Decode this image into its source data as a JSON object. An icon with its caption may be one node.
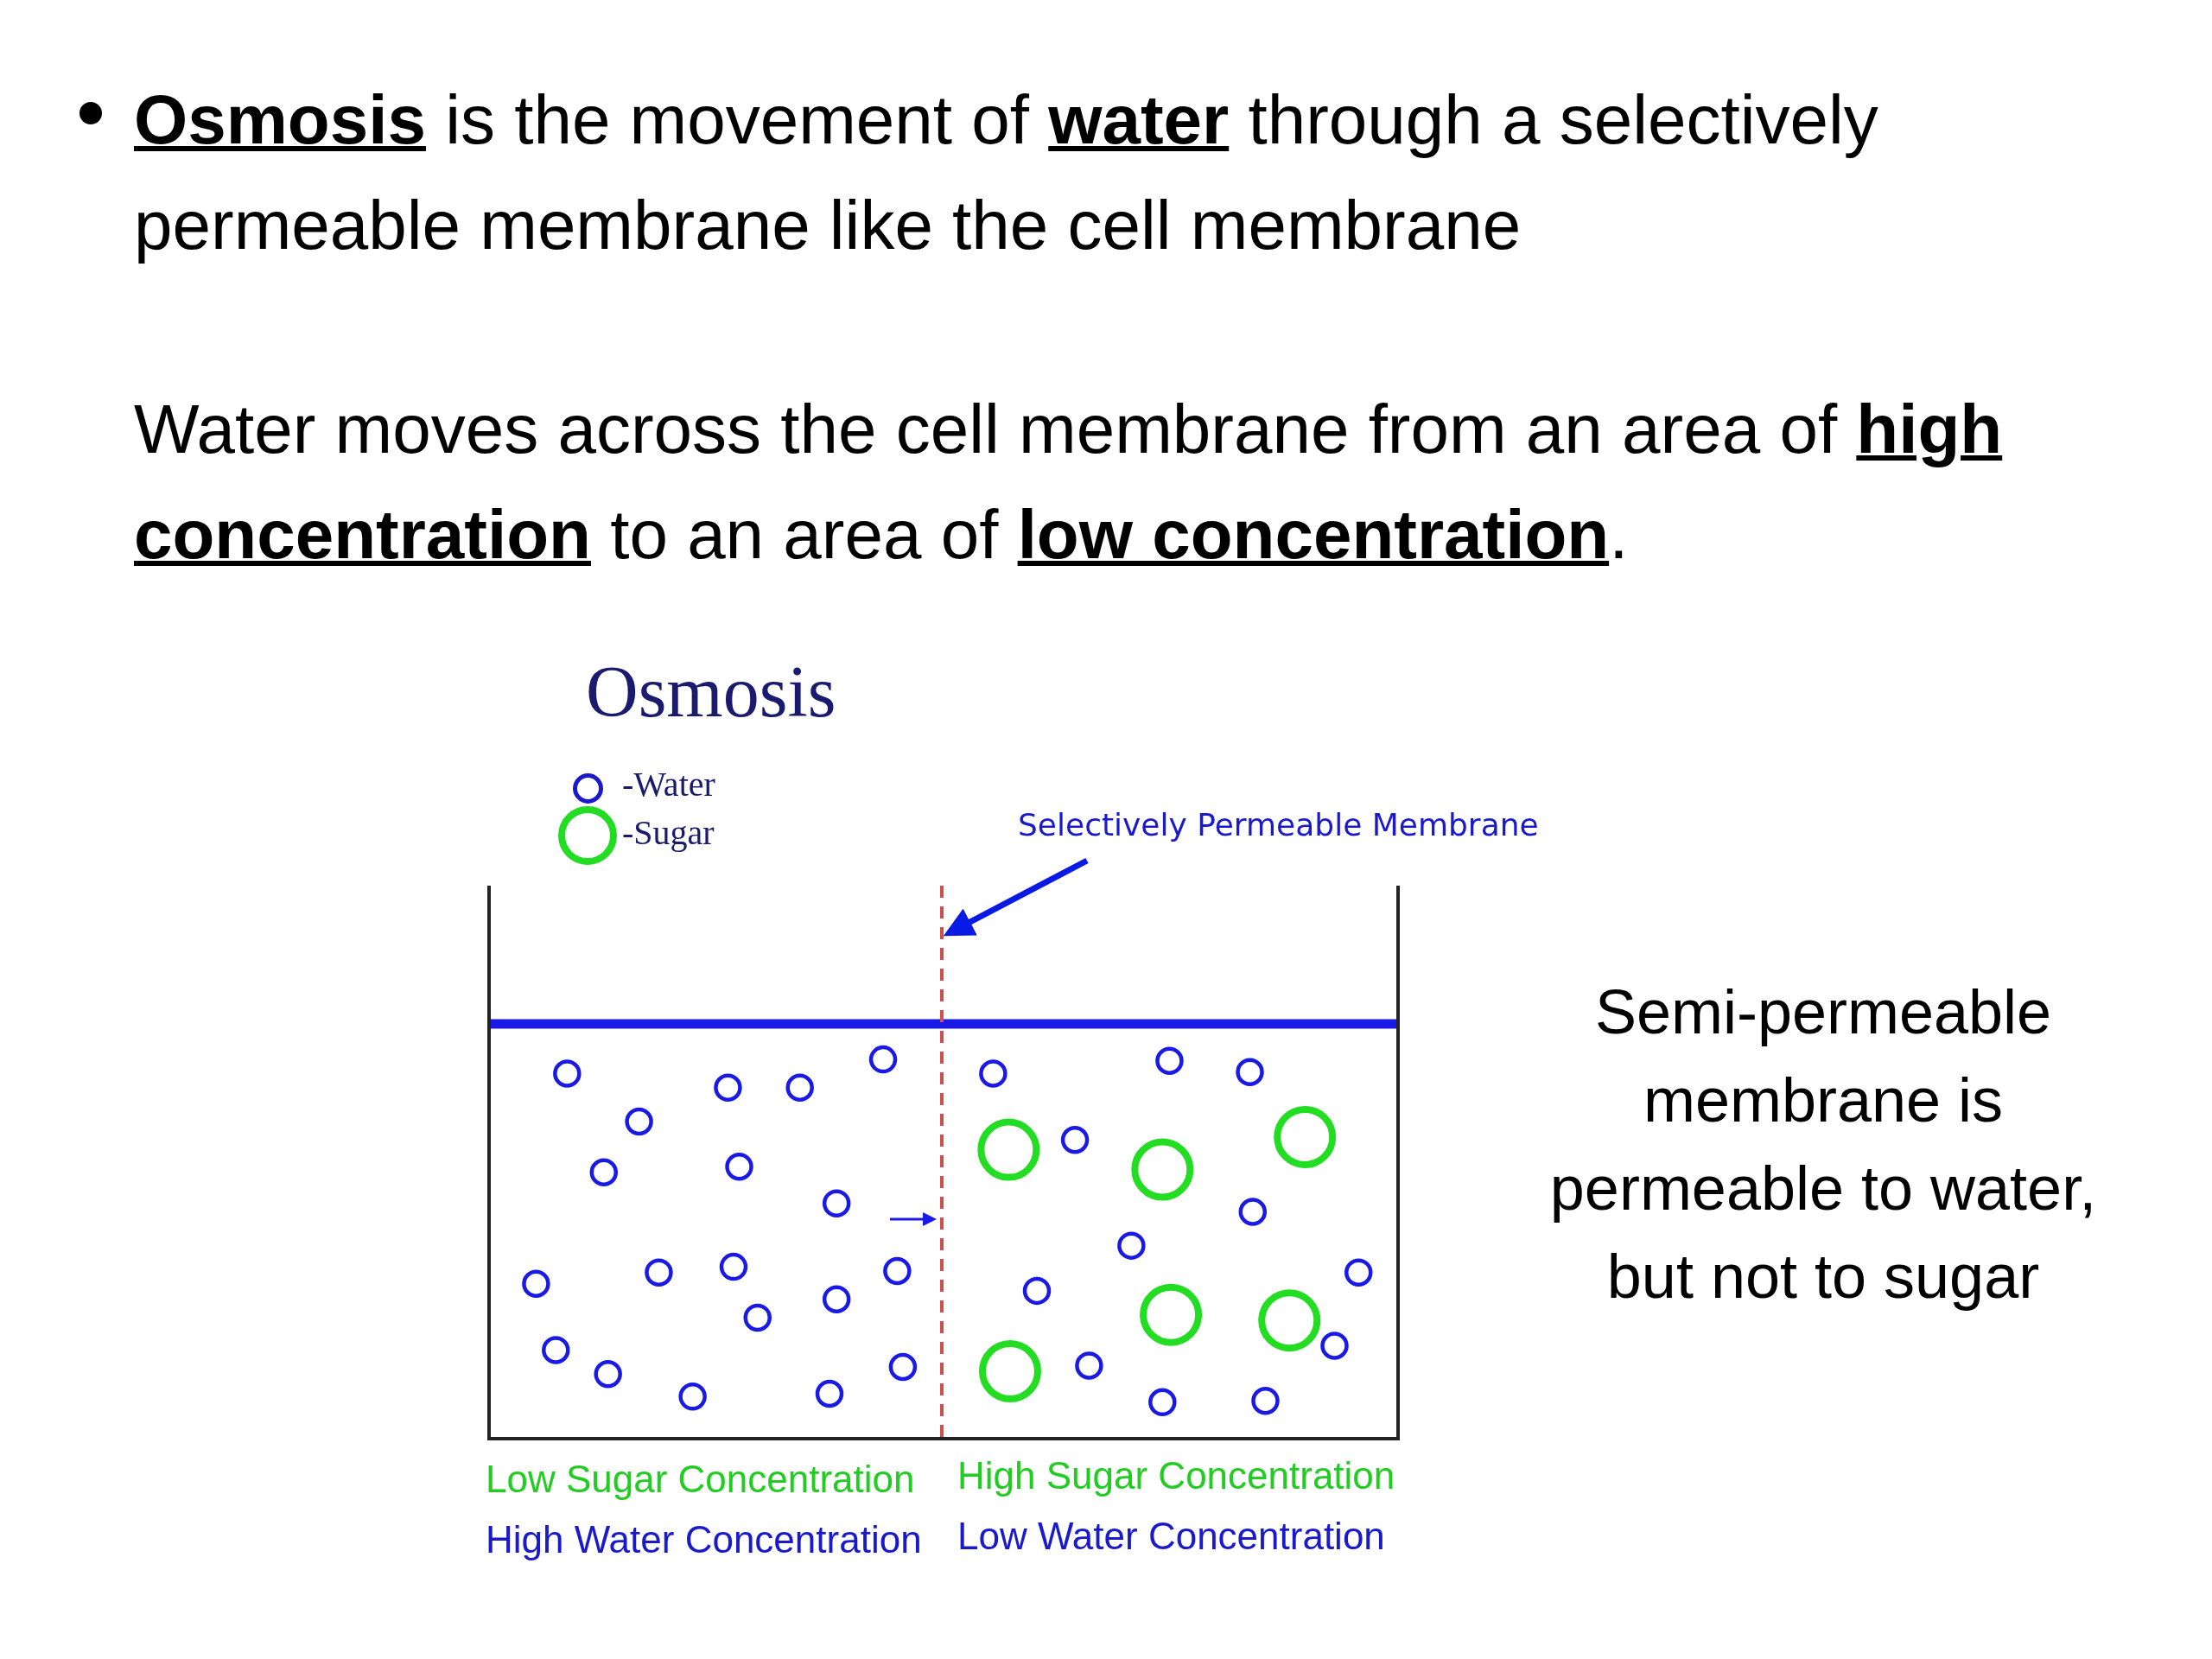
{
  "diagram": {
    "nodes": [
      {
        "text": [
          "Selectively Permeable Membrane"
        ]
      },
      {
        "text": [],
        "shape": "line"
      }
    ],
    "edges": [
      {
        "from": 0,
        "to": 1,
        "arrow": "to",
        "color": "#0a1ae6"
      }
    ],
    "labels": [
      "**Osmosis** is the movement of **water** through a selectively permeable membrane like the cell membrane",
      "Water moves across the cell membrane from an area of **high concentration** to an area of **low concentration**.",
      "Osmosis",
      "Semi-permeable membrane is permeable to water, but not to sugar",
      "Low Sugar Concentration",
      "High Sugar Concentration",
      "High Water Concentration",
      "Low Water Concentration"
    ],
    "legend": [
      {
        "text": "-Water"
      },
      {
        "text": "-Sugar"
      }
    ]
  }
}
